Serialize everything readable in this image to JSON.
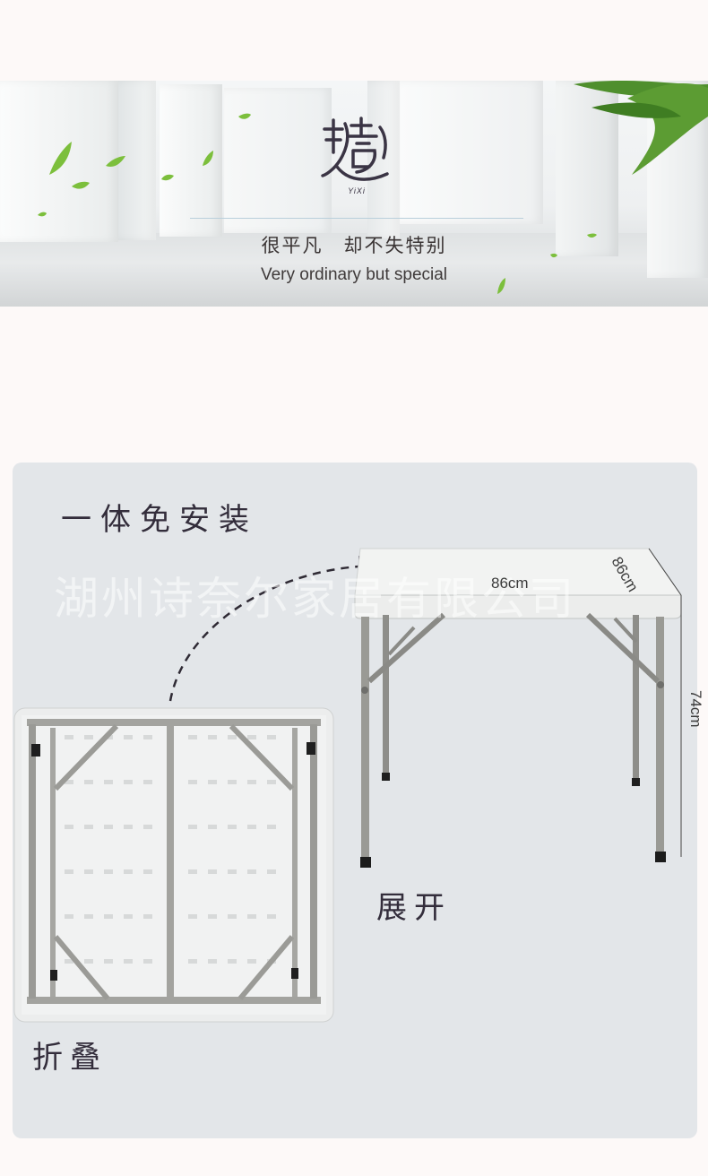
{
  "banner": {
    "logo_text": "YiXi",
    "slogan_cn": "很平凡　却不失特别",
    "slogan_en": "Very ordinary but special"
  },
  "product": {
    "heading": "一体免安装",
    "watermark": "湖州诗奈尔家居有限公司",
    "label_unfolded": "展开",
    "label_folded": "折叠",
    "dimensions": {
      "width": "86cm",
      "depth": "86cm",
      "height": "74cm"
    }
  }
}
